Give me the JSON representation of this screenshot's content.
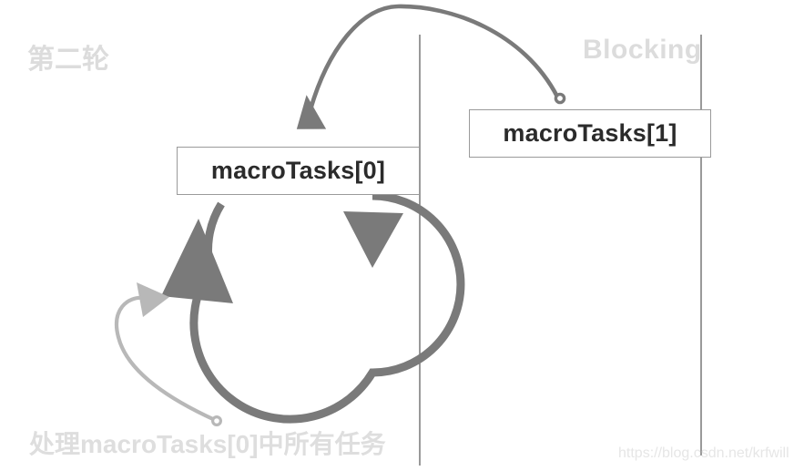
{
  "diagram": {
    "title_lanes": {
      "left_lane_label": "第二轮",
      "right_lane_label": "Blocking"
    },
    "boxes": [
      {
        "id": "macrotasks-0",
        "label": "macroTasks[0]"
      },
      {
        "id": "macrotasks-1",
        "label": "macroTasks[1]"
      }
    ],
    "annotations": {
      "bottom_note": "处理macroTasks[0]中所有任务"
    },
    "watermark": "https://blog.csdn.net/krfwill",
    "colors": {
      "box_border": "#9a9a9a",
      "box_text": "#2b2b2b",
      "arrow_dark": "#7a7a7a",
      "arrow_light": "#b8b8b8",
      "lane_line": "#6e6e6e",
      "faint_text": "#dcdcdc",
      "watermark_text": "#e6e6e6",
      "background": "#ffffff"
    },
    "icons": {
      "loop_arrow": "circular-loop-arrow-icon",
      "transfer_arc": "curved-transfer-arrow-icon",
      "callout": "callout-leader-line-icon"
    }
  }
}
